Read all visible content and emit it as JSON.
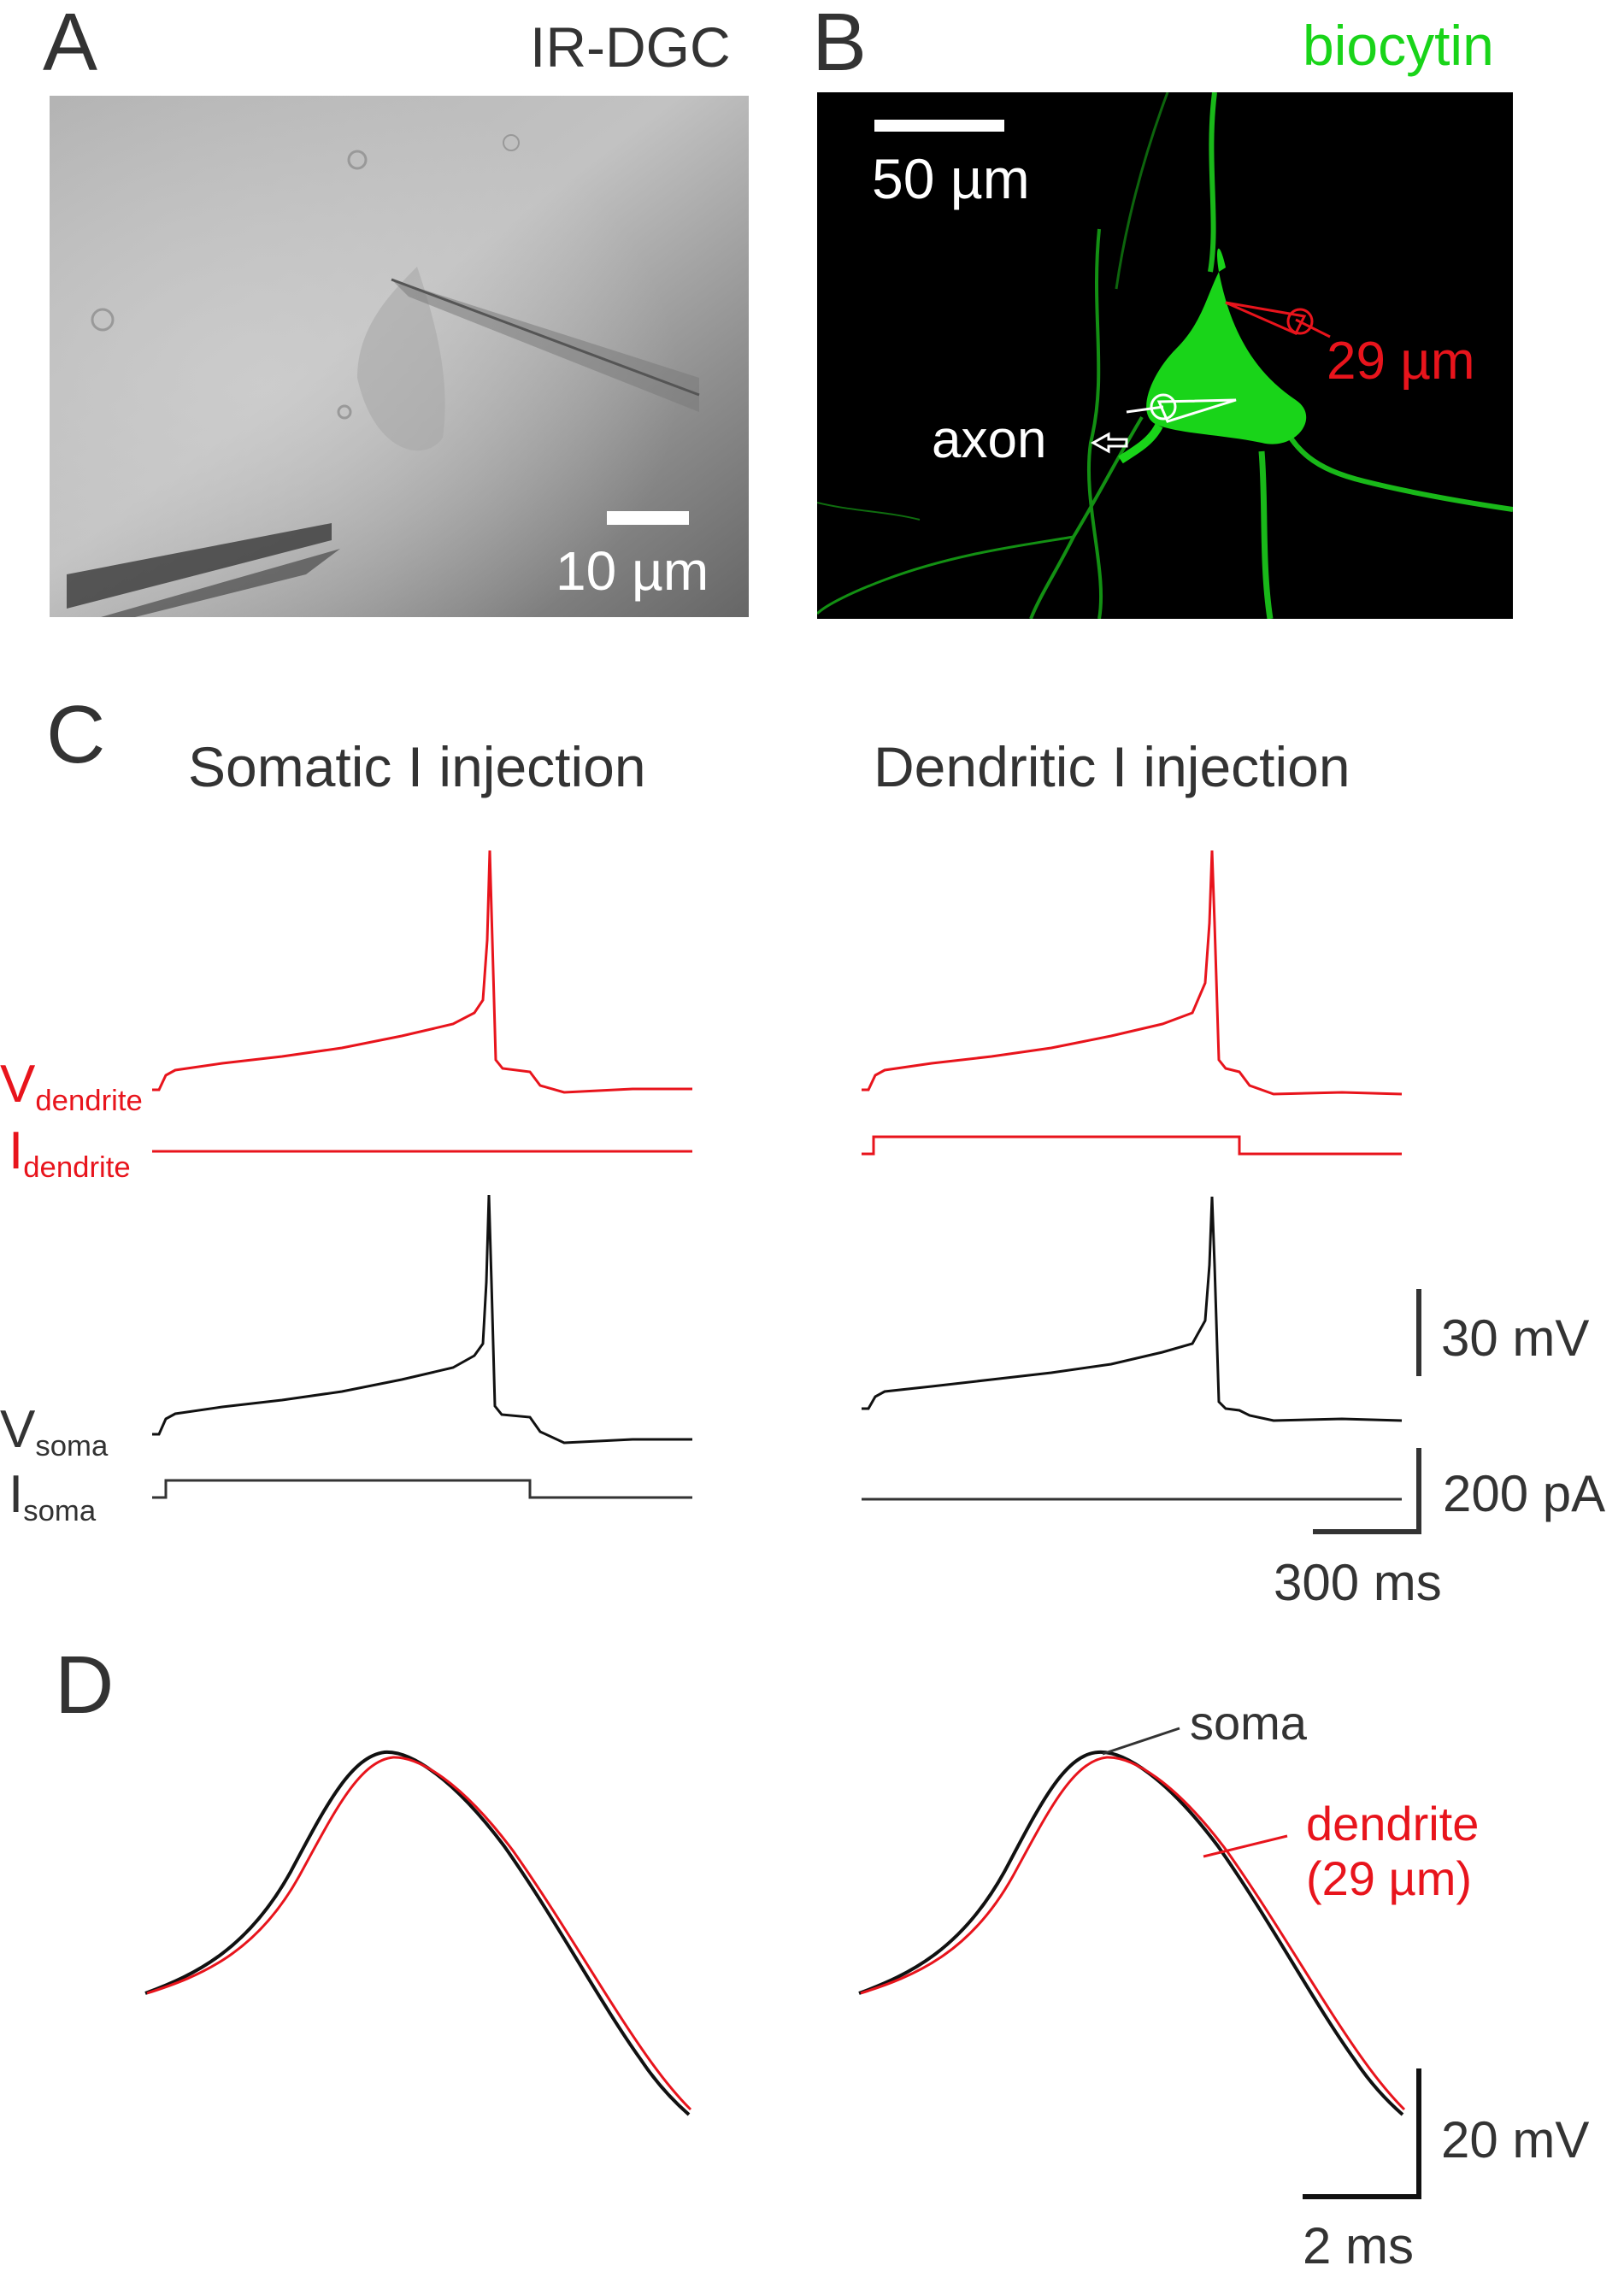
{
  "panels": {
    "A": {
      "letter": "A",
      "label": "IR-DGC",
      "scale_bar": "10 µm"
    },
    "B": {
      "letter": "B",
      "label": "biocytin",
      "scale_bar": "50 µm",
      "distance": "29 µm",
      "axon": "axon"
    },
    "C": {
      "letter": "C",
      "title_left": "Somatic I injection",
      "title_right": "Dendritic I injection",
      "v_dendrite": {
        "main": "V",
        "sub": "dendrite"
      },
      "i_dendrite": {
        "main": "I",
        "sub": "dendrite"
      },
      "v_soma": {
        "main": "V",
        "sub": "soma"
      },
      "i_soma": {
        "main": "I",
        "sub": "soma"
      },
      "scale_voltage": "30 mV",
      "scale_current": "200 pA",
      "scale_time": "300 ms"
    },
    "D": {
      "letter": "D",
      "soma": "soma",
      "dendrite": "dendrite",
      "dendrite_distance": "(29 µm)",
      "scale_voltage": "20 mV",
      "scale_time": "2 ms"
    }
  },
  "colors": {
    "dendrite": "#e8141c",
    "soma": "#111111",
    "biocytin": "#19d419",
    "text": "#333333"
  }
}
